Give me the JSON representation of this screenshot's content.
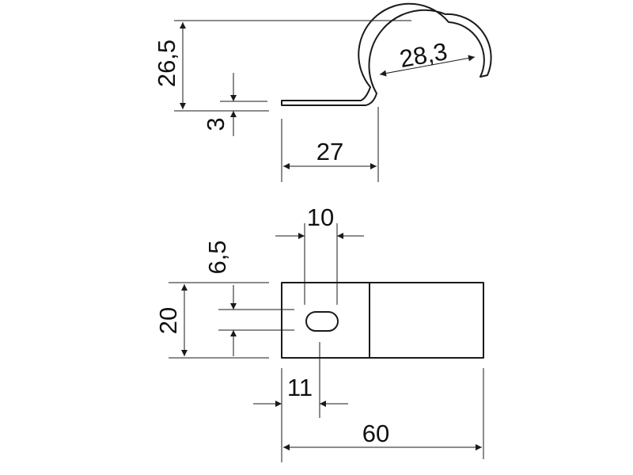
{
  "dimensions": {
    "height_total": "26,5",
    "bore_diameter": "28,3",
    "material_thickness": "3",
    "center_offset": "27",
    "slot_width": "10",
    "slot_height": "6,5",
    "strap_width": "20",
    "slot_position": "11",
    "overall_length": "60"
  },
  "colors": {
    "line": "#1a1a1a",
    "background": "#ffffff"
  }
}
